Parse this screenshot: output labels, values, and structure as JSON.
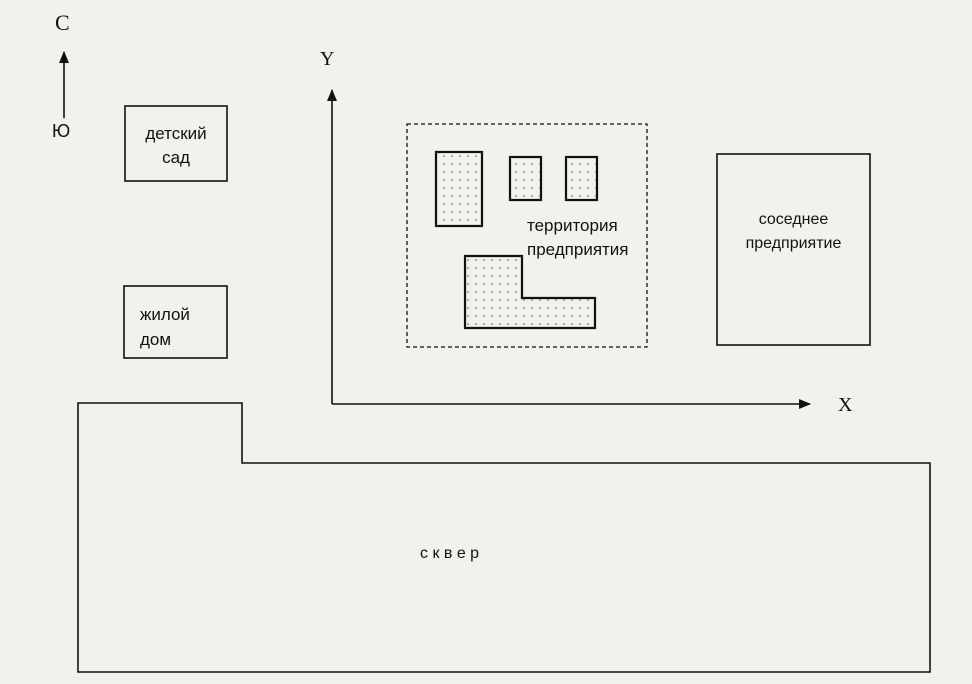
{
  "compass": {
    "north": "С",
    "south": "Ю"
  },
  "axes": {
    "x_label": "X",
    "y_label": "Y"
  },
  "buildings": {
    "kindergarten": "детский\nсад",
    "residential": "жилой\nдом",
    "enterprise_territory": "территория\nпредприятия",
    "neighbor_enterprise": "соседнее\nпредприятие",
    "square": "с к в е р"
  },
  "colors": {
    "line": "#111111",
    "background": "#f1f1ef",
    "dot": "#555555"
  }
}
